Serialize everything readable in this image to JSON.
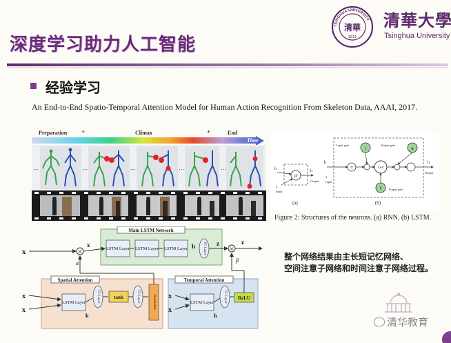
{
  "header": {
    "title": "深度学习助力人工智能",
    "logo_cn": "清華大學",
    "logo_en": "Tsinghua University",
    "seal_text": "TSINGHUA UNIVERSITY",
    "seal_inner": "清華",
    "seal_year": "1911"
  },
  "section": {
    "heading": "经验学习"
  },
  "paper": {
    "citation": "An End-to-End Spatio-Temporal Attention Model for Human Action Recognition From Skeleton Data, AAAI, 2017."
  },
  "timeline": {
    "preparation": "Preparation",
    "climax": "Climax",
    "end": "End",
    "time": "Time"
  },
  "network": {
    "main_lstm_network": "Main LSTM Network",
    "lstm_layer": "LSTM Layer",
    "fc_layer": "FC Layer",
    "spatial_attention": "Spatial Attention",
    "temporal_attention": "Temporal Attention",
    "tanh": "tanh",
    "normalize": "Normalize",
    "relu": "ReLU",
    "x_t": "x",
    "z_t": "z",
    "h_t": "h",
    "alpha_t": "α",
    "beta_t": "β"
  },
  "neurons": {
    "input_gate": "Input gate",
    "output_gate": "Output gate",
    "forget_gate": "Forget gate",
    "cell": "Cell",
    "input": "Input",
    "output": "Output",
    "label_a": "(a)",
    "label_b": "(b)",
    "caption": "Figure 2: Structures of the neurons. (a) RNN, (b) LSTM."
  },
  "summary": {
    "line1": "整个网络结果由主长短记忆网络、",
    "line2": "空间注意子网络和时间注意子网络过程。"
  },
  "watermark": {
    "text": "清华教育"
  },
  "colors": {
    "brand_purple": "#5d2b6c",
    "title_purple": "#6b2a7a",
    "main_lstm_bg": "#d9ecd6",
    "spatial_bg": "#f6e1d1",
    "temporal_bg": "#d6e4f2",
    "tanh_fill": "#f2d15a",
    "relu_fill": "#c7d94a",
    "gate_green": "#9fd49a"
  }
}
